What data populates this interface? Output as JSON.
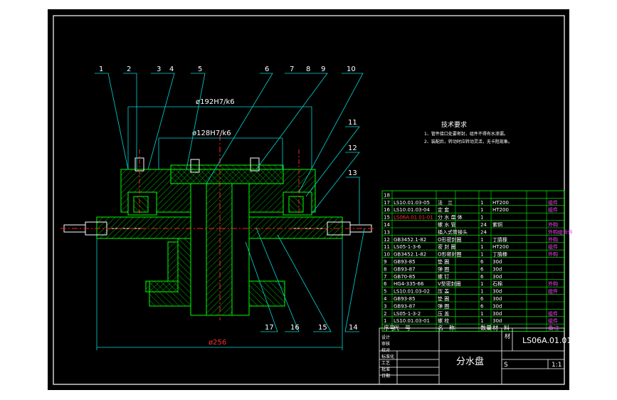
{
  "balloons": [
    "1",
    "2",
    "3",
    "4",
    "5",
    "6",
    "7",
    "8",
    "9",
    "10",
    "11",
    "12",
    "13",
    "14",
    "15",
    "16",
    "17"
  ],
  "dimensions": {
    "d1": "ø192H7/k6",
    "d2": "ø128H7/k6",
    "d3": "ø256"
  },
  "notes": {
    "title": "技术要求",
    "line1": "1、管件接口处要密封，组件不得有水渗漏。",
    "line2": "2、装配后，转动时应转动灵活，无卡阻现象。"
  },
  "bom_rows": [
    {
      "no": "18",
      "code": "",
      "name": "",
      "qty": "",
      "mat": "",
      "note": ""
    },
    {
      "no": "17",
      "code": "LS10.01.03-05",
      "name": "法　兰",
      "qty": "1",
      "mat": "HT200",
      "note": "组件"
    },
    {
      "no": "16",
      "code": "LS10.01.03-04",
      "name": "定 套",
      "qty": "1",
      "mat": "HT200",
      "note": "组件"
    },
    {
      "no": "15",
      "code": "LS06A.01.01-01",
      "name": "分 水 盘 体",
      "qty": "1",
      "mat": "",
      "note": ""
    },
    {
      "no": "14",
      "code": "",
      "name": "螺 水 管",
      "qty": "24",
      "mat": "紫铜",
      "note": "外购"
    },
    {
      "no": "13",
      "code": "",
      "name": "插入式管接头",
      "qty": "24",
      "mat": "",
      "note": "外购组合件"
    },
    {
      "no": "12",
      "code": "GB3452.1-82",
      "name": "O形密封圈",
      "qty": "1",
      "mat": "丁腈橡",
      "note": "外购"
    },
    {
      "no": "11",
      "code": "LS05-1-3-6",
      "name": "密 封 圈",
      "qty": "1",
      "mat": "HT200",
      "note": "组件"
    },
    {
      "no": "10",
      "code": "GB3452.1-82",
      "name": "O形密封圈",
      "qty": "1",
      "mat": "丁腈橡",
      "note": "外购"
    },
    {
      "no": "9",
      "code": "GB93-85",
      "name": "垫 圈",
      "qty": "6",
      "mat": "30d",
      "note": ""
    },
    {
      "no": "8",
      "code": "GB93-87",
      "name": "弹 圈",
      "qty": "6",
      "mat": "30d",
      "note": ""
    },
    {
      "no": "7",
      "code": "GB70-85",
      "name": "螺 钉",
      "qty": "6",
      "mat": "30d",
      "note": ""
    },
    {
      "no": "6",
      "code": "HG4-335-66",
      "name": "V型密封圈",
      "qty": "1",
      "mat": "石棉",
      "note": "外购"
    },
    {
      "no": "5",
      "code": "LS10.01.03-02",
      "name": "压 盖",
      "qty": "1",
      "mat": "30d",
      "note": "组件"
    },
    {
      "no": "4",
      "code": "GB93-85",
      "name": "垫 圈",
      "qty": "6",
      "mat": "30d",
      "note": ""
    },
    {
      "no": "3",
      "code": "GB93-87",
      "name": "弹 圈",
      "qty": "6",
      "mat": "30d",
      "note": ""
    },
    {
      "no": "2",
      "code": "LS05-1-3-2",
      "name": "压 盖",
      "qty": "1",
      "mat": "30d",
      "note": "组件"
    },
    {
      "no": "1",
      "code": "LS10.01.03-01",
      "name": "螺 栓",
      "qty": "1",
      "mat": "30d",
      "note": "组件"
    }
  ],
  "bom_header": {
    "no": "序号",
    "code": "代　号",
    "name": "名　称",
    "qty": "数量",
    "mat": "材　料",
    "note": "备注"
  },
  "title_block": {
    "drawing_no": "LS06A.01.01",
    "title": "分水盘",
    "scale": "1:1",
    "stage": "S",
    "label_mat": "材",
    "labels": [
      "设计",
      "审核",
      "校对",
      "标准化",
      "工艺",
      "批准",
      "日期"
    ]
  },
  "colors": {
    "background": "#000000",
    "frame": "#ffffff",
    "centerline": "#ff2020",
    "dimension": "#00d8d8",
    "outline": "#00ff00",
    "hatch": "#00c000",
    "text_white": "#ffffff",
    "text_yellow": "#ffff40",
    "text_red": "#ff3030",
    "text_magenta": "#ff40ff"
  }
}
